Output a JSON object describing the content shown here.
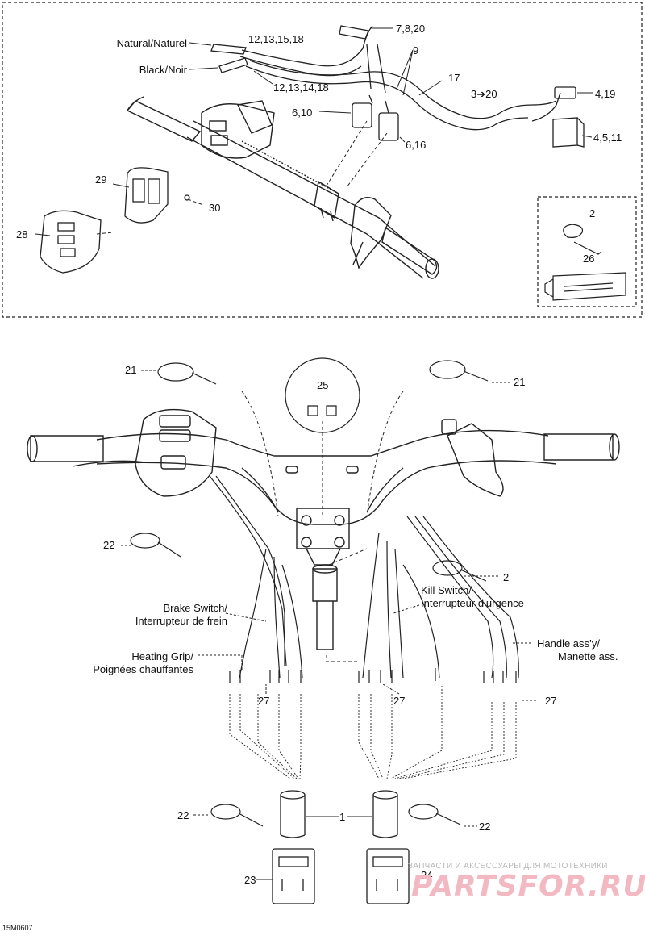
{
  "diagram": {
    "labels": {
      "natural": "Natural/Naturel",
      "black": "Black/Noir",
      "l_12_13_15_18": "12,13,15,18",
      "l_12_13_14_18": "12,13,14,18",
      "l_7_8_20": "7,8,20",
      "l_9": "9",
      "l_17": "17",
      "l_3_20": "3➔20",
      "l_4_19": "4,19",
      "l_6_10": "6,10",
      "l_6_16": "6,16",
      "l_4_5_11": "4,5,11",
      "l_29": "29",
      "l_30": "30",
      "l_28": "28",
      "l_2_inset": "2",
      "l_26": "26",
      "l_21_left": "21",
      "l_21_right": "21",
      "l_25": "25",
      "l_22_left": "22",
      "l_2_lower": "2",
      "kill_switch_1": "Kill Switch/",
      "kill_switch_2": "Interrupteur d’urgence",
      "brake_switch_1": "Brake Switch/",
      "brake_switch_2": "Interrupteur de frein",
      "handle_assy_1": "Handle ass’y/",
      "handle_assy_2": "Manette ass.",
      "heating_grip_1": "Heating Grip/",
      "heating_grip_2": "Poignées chauffantes",
      "l_27_a": "27",
      "l_27_b": "27",
      "l_27_c": "27",
      "l_1": "1",
      "l_22_bl": "22",
      "l_22_br": "22",
      "l_23": "23",
      "l_24": "24"
    },
    "drawing_code": "15M0607",
    "watermark_text": "ЗАПЧАСТИ И АКСЕССУАРЫ ДЛЯ МОТОТЕХНИКИ",
    "watermark_logo": "PARTSFOR.RU"
  }
}
